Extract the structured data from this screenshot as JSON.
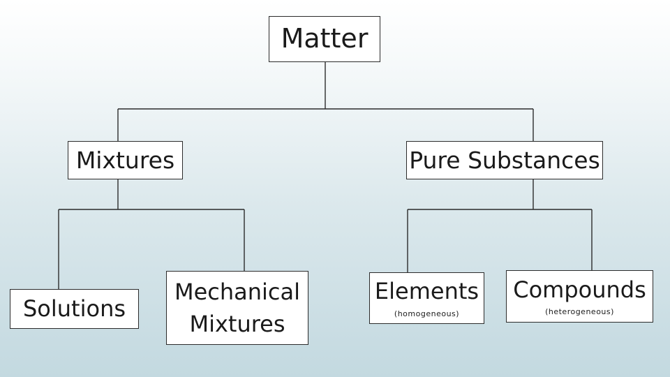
{
  "diagram": {
    "root": {
      "label": "Matter"
    },
    "mixtures": {
      "label": "Mixtures"
    },
    "pure_substances": {
      "label": "Pure Substances"
    },
    "solutions": {
      "label": "Solutions"
    },
    "mechanical_mixtures": {
      "line1": "Mechanical",
      "line2": "Mixtures"
    },
    "elements": {
      "label": "Elements",
      "sublabel": "(homogeneous)"
    },
    "compounds": {
      "label": "Compounds",
      "sublabel": "(heterogeneous)"
    }
  },
  "colors": {
    "line": "#2b2b2b",
    "box_fill": "#ffffff",
    "background_top": "#ffffff",
    "background_bottom": "#c3d9e0"
  }
}
